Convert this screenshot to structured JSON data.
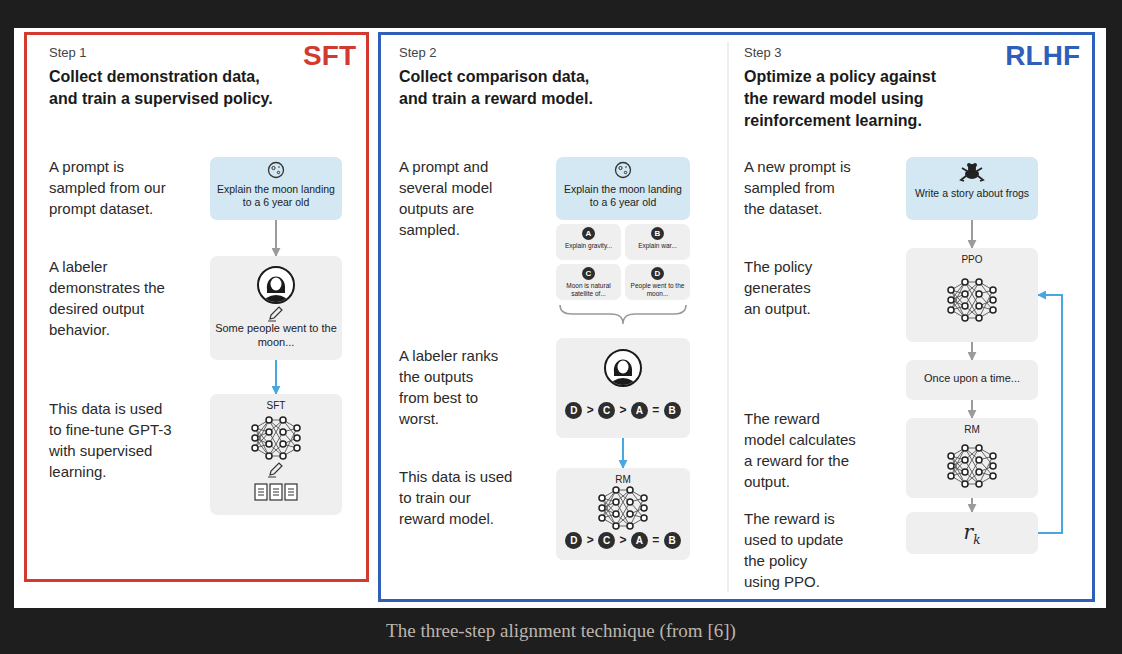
{
  "diagram": {
    "caption": "The three-step alignment technique (from [6])",
    "nodes": [
      {
        "text": [
          "Step 1",
          "SFT",
          "Collect demonstration data, and train a supervised policy.",
          "A prompt is sampled from our prompt dataset.",
          "A labeler demonstrates the desired output behavior.",
          "This data is used to fine-tune GPT-3 with supervised learning."
        ]
      },
      {
        "text": [
          "Explain the moon landing to a 6 year old"
        ],
        "in": 0
      },
      {
        "text": [
          "Some people went to the moon..."
        ],
        "in": 0
      },
      {
        "text": [
          "SFT"
        ],
        "in": 0
      },
      {
        "text": [
          "Step 2",
          "Collect comparison data, and train a reward model.",
          "A prompt and several model outputs are sampled.",
          "A labeler ranks the outputs from best to worst.",
          "This data is used to train our reward model.",
          "Step 3",
          "RLHF",
          "Optimize a policy against the reward model using reinforcement learning.",
          "A new prompt is sampled from the dataset.",
          "The policy generates an output.",
          "The reward model calculates a reward for the output.",
          "The reward is used to update the policy using PPO."
        ]
      },
      {
        "text": [
          "Explain the moon landing to a 6 year old"
        ],
        "in": 4
      },
      {
        "text": [
          "A",
          "Explain gravity..."
        ],
        "in": 4
      },
      {
        "text": [
          "B",
          "Explain war..."
        ],
        "in": 4
      },
      {
        "text": [
          "C",
          "Moon is natural satellite of..."
        ],
        "in": 4
      },
      {
        "text": [
          "D",
          "People went to the moon..."
        ],
        "in": 4
      },
      {
        "text": [
          "D > C > A = B"
        ],
        "in": 4
      },
      {
        "text": [
          "RM",
          "D > C > A = B"
        ],
        "in": 4
      },
      {
        "text": [
          "Write a story about frogs"
        ],
        "in": 4
      },
      {
        "text": [
          "PPO"
        ],
        "in": 4
      },
      {
        "text": [
          "Once upon a time..."
        ],
        "in": 4
      },
      {
        "text": [
          "RM"
        ],
        "in": 4
      },
      {
        "text": [
          "rk"
        ],
        "in": 4
      }
    ],
    "edges": [
      {
        "from": 1,
        "to": 2,
        "arrow": "to"
      },
      {
        "from": 2,
        "to": 3,
        "arrow": "to"
      },
      {
        "from": 10,
        "to": 11,
        "arrow": "to"
      },
      {
        "from": 12,
        "to": 13,
        "arrow": "to"
      },
      {
        "from": 13,
        "to": 14,
        "arrow": "to"
      },
      {
        "from": 14,
        "to": 15,
        "arrow": "to"
      },
      {
        "from": 15,
        "to": 16,
        "arrow": "to"
      },
      {
        "from": 16,
        "to": 13,
        "arrow": "to"
      }
    ]
  }
}
